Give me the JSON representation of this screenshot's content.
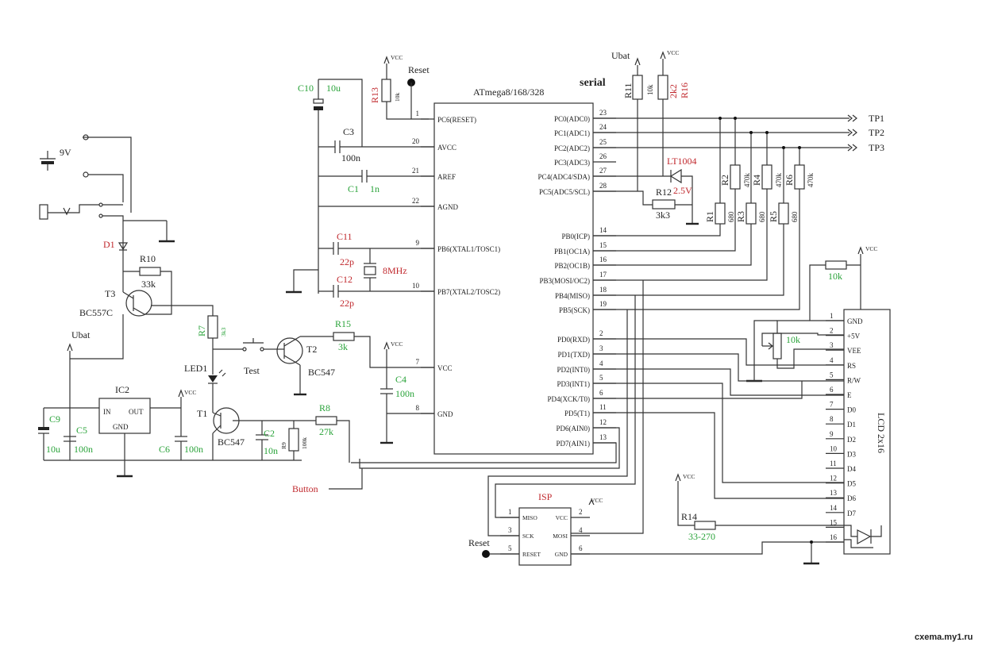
{
  "mcu": {
    "name": "ATmega8/168/328",
    "left_pins": [
      {
        "num": "1",
        "label": "PC6(RESET)"
      },
      {
        "num": "20",
        "label": "AVCC"
      },
      {
        "num": "21",
        "label": "AREF"
      },
      {
        "num": "22",
        "label": "AGND"
      },
      {
        "num": "9",
        "label": "PB6(XTAL1/TOSC1)"
      },
      {
        "num": "10",
        "label": "PB7(XTAL2/TOSC2)"
      },
      {
        "num": "7",
        "label": "VCC"
      },
      {
        "num": "8",
        "label": "GND"
      }
    ],
    "right_pins": [
      {
        "num": "23",
        "label": "PC0(ADC0)"
      },
      {
        "num": "24",
        "label": "PC1(ADC1)"
      },
      {
        "num": "25",
        "label": "PC2(ADC2)"
      },
      {
        "num": "26",
        "label": "PC3(ADC3)"
      },
      {
        "num": "27",
        "label": "PC4(ADC4/SDA)"
      },
      {
        "num": "28",
        "label": "PC5(ADC5/SCL)"
      },
      {
        "num": "14",
        "label": "PB0(ICP)"
      },
      {
        "num": "15",
        "label": "PB1(OC1A)"
      },
      {
        "num": "16",
        "label": "PB2(OC1B)"
      },
      {
        "num": "17",
        "label": "PB3(MOSI/OC2)"
      },
      {
        "num": "18",
        "label": "PB4(MISO)"
      },
      {
        "num": "19",
        "label": "PB5(SCK)"
      },
      {
        "num": "2",
        "label": "PD0(RXD)"
      },
      {
        "num": "3",
        "label": "PD1(TXD)"
      },
      {
        "num": "4",
        "label": "PD2(INT0)"
      },
      {
        "num": "5",
        "label": "PD3(INT1)"
      },
      {
        "num": "6",
        "label": "PD4(XCK/T0)"
      },
      {
        "num": "11",
        "label": "PD5(T1)"
      },
      {
        "num": "12",
        "label": "PD6(AIN0)"
      },
      {
        "num": "13",
        "label": "PD7(AIN1)"
      }
    ]
  },
  "lcd": {
    "name": "LCD 2x16",
    "pins": [
      {
        "num": "1",
        "label": "GND"
      },
      {
        "num": "2",
        "label": "+5V"
      },
      {
        "num": "3",
        "label": "VEE"
      },
      {
        "num": "4",
        "label": "RS"
      },
      {
        "num": "5",
        "label": "R/W"
      },
      {
        "num": "6",
        "label": "E"
      },
      {
        "num": "7",
        "label": "D0"
      },
      {
        "num": "8",
        "label": "D1"
      },
      {
        "num": "9",
        "label": "D2"
      },
      {
        "num": "10",
        "label": "D3"
      },
      {
        "num": "11",
        "label": "D4"
      },
      {
        "num": "12",
        "label": "D5"
      },
      {
        "num": "13",
        "label": "D6"
      },
      {
        "num": "14",
        "label": "D7"
      },
      {
        "num": "15",
        "label": ""
      },
      {
        "num": "16",
        "label": ""
      }
    ]
  },
  "isp": {
    "name": "ISP",
    "pins": [
      {
        "num": "1",
        "label": "MISO"
      },
      {
        "num": "2",
        "label": "VCC"
      },
      {
        "num": "3",
        "label": "SCK"
      },
      {
        "num": "4",
        "label": "MOSI"
      },
      {
        "num": "5",
        "label": "RESET"
      },
      {
        "num": "6",
        "label": "GND"
      }
    ]
  },
  "ic2": {
    "name": "IC2",
    "in": "IN",
    "out": "OUT",
    "gnd": "GND"
  },
  "labels": {
    "vcc": "VCC",
    "ubat": "Ubat",
    "reset": "Reset",
    "serial": "serial",
    "battery": "9V",
    "tp1": "TP1",
    "tp2": "TP2",
    "tp3": "TP3",
    "test": "Test",
    "button": "Button",
    "led1": "LED1",
    "lt1004": "LT1004",
    "v25": "2.5V",
    "crystal": "8MHz",
    "watermark": "cxema.my1.ru"
  },
  "components": {
    "c10": {
      "ref": "C10",
      "value": "10u"
    },
    "r13": {
      "ref": "R13",
      "value": "10k"
    },
    "c3": {
      "ref": "C3",
      "value": "100n"
    },
    "c1": {
      "ref": "C1",
      "value": "1n"
    },
    "c11": {
      "ref": "C11",
      "value": "22p"
    },
    "c12": {
      "ref": "C12",
      "value": "22p"
    },
    "r11": {
      "ref": "R11",
      "value": "10k"
    },
    "r16": {
      "ref": "R16",
      "value": "2k2"
    },
    "r12": {
      "ref": "R12",
      "value": "3k3"
    },
    "r1": {
      "ref": "R1",
      "value": "680"
    },
    "r2": {
      "ref": "R2",
      "value": "470k"
    },
    "r3": {
      "ref": "R3",
      "value": "680"
    },
    "r4": {
      "ref": "R4",
      "value": "470k"
    },
    "r5": {
      "ref": "R5",
      "value": "680"
    },
    "r6": {
      "ref": "R6",
      "value": "470k"
    },
    "d1": {
      "ref": "D1"
    },
    "r10": {
      "ref": "R10",
      "value": "33k"
    },
    "t3": {
      "ref": "T3",
      "value": "BC557C"
    },
    "r7": {
      "ref": "R7",
      "value": "3k3"
    },
    "r15": {
      "ref": "R15",
      "value": "3k"
    },
    "t2": {
      "ref": "T2",
      "value": "BC547"
    },
    "c4": {
      "ref": "C4",
      "value": "100n"
    },
    "t1": {
      "ref": "T1",
      "value": "BC547"
    },
    "r8": {
      "ref": "R8",
      "value": "27k"
    },
    "c2": {
      "ref": "C2",
      "value": "10n"
    },
    "r9": {
      "ref": "R9",
      "value": "100k"
    },
    "c9": {
      "ref": "C9",
      "value": "10u"
    },
    "c5": {
      "ref": "C5",
      "value": "100n"
    },
    "c6": {
      "ref": "C6",
      "value": "100n"
    },
    "r_lcd": {
      "value": "10k"
    },
    "pot": {
      "value": "10k"
    },
    "r14": {
      "ref": "R14",
      "value": "33-270"
    }
  }
}
